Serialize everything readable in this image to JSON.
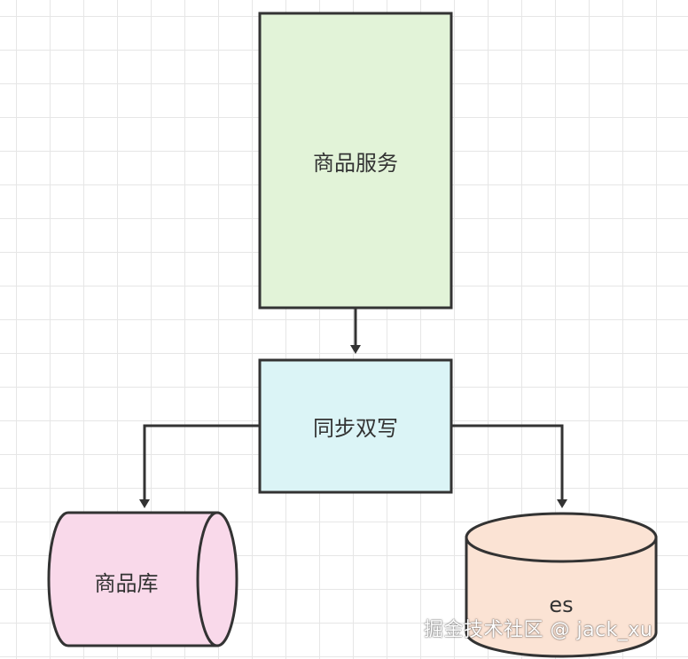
{
  "diagram": {
    "nodes": {
      "service": {
        "label": "商品服务",
        "fill": "#e2f3d8",
        "shape": "rectangle"
      },
      "sync": {
        "label": "同步双写",
        "fill": "#dbf4f6",
        "shape": "rectangle"
      },
      "db": {
        "label": "商品库",
        "fill": "#f9d9ea",
        "shape": "horizontal-cylinder"
      },
      "es": {
        "label": "es",
        "fill": "#fbe3d4",
        "shape": "cylinder"
      }
    },
    "edges": [
      {
        "from": "商品服务",
        "to": "同步双写"
      },
      {
        "from": "同步双写",
        "to": "商品库"
      },
      {
        "from": "同步双写",
        "to": "es"
      }
    ],
    "stroke": "#333333"
  },
  "watermark": "掘金技术社区 @ jack_xu"
}
